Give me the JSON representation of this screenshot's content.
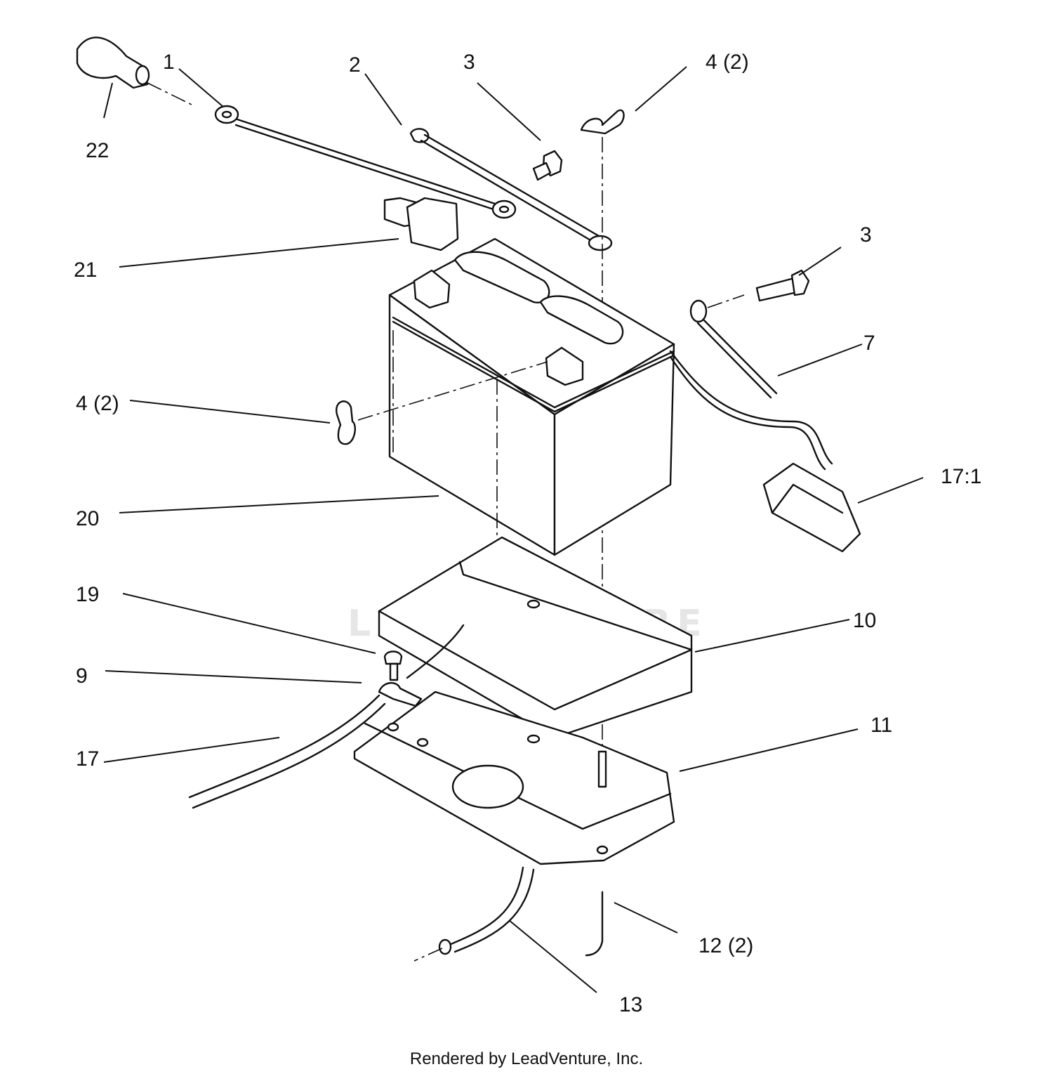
{
  "labels": {
    "l1": "1",
    "l2": "2",
    "l3a": "3",
    "l3b": "3",
    "l4a": "4 (2)",
    "l4b": "4 (2)",
    "l7": "7",
    "l9": "9",
    "l10": "10",
    "l11": "11",
    "l12": "12 (2)",
    "l13": "13",
    "l17": "17",
    "l17_1": "17:1",
    "l19": "19",
    "l20": "20",
    "l21": "21",
    "l22": "22"
  },
  "watermark": "LEADVENTURE",
  "credit": "Rendered by LeadVenture, Inc."
}
